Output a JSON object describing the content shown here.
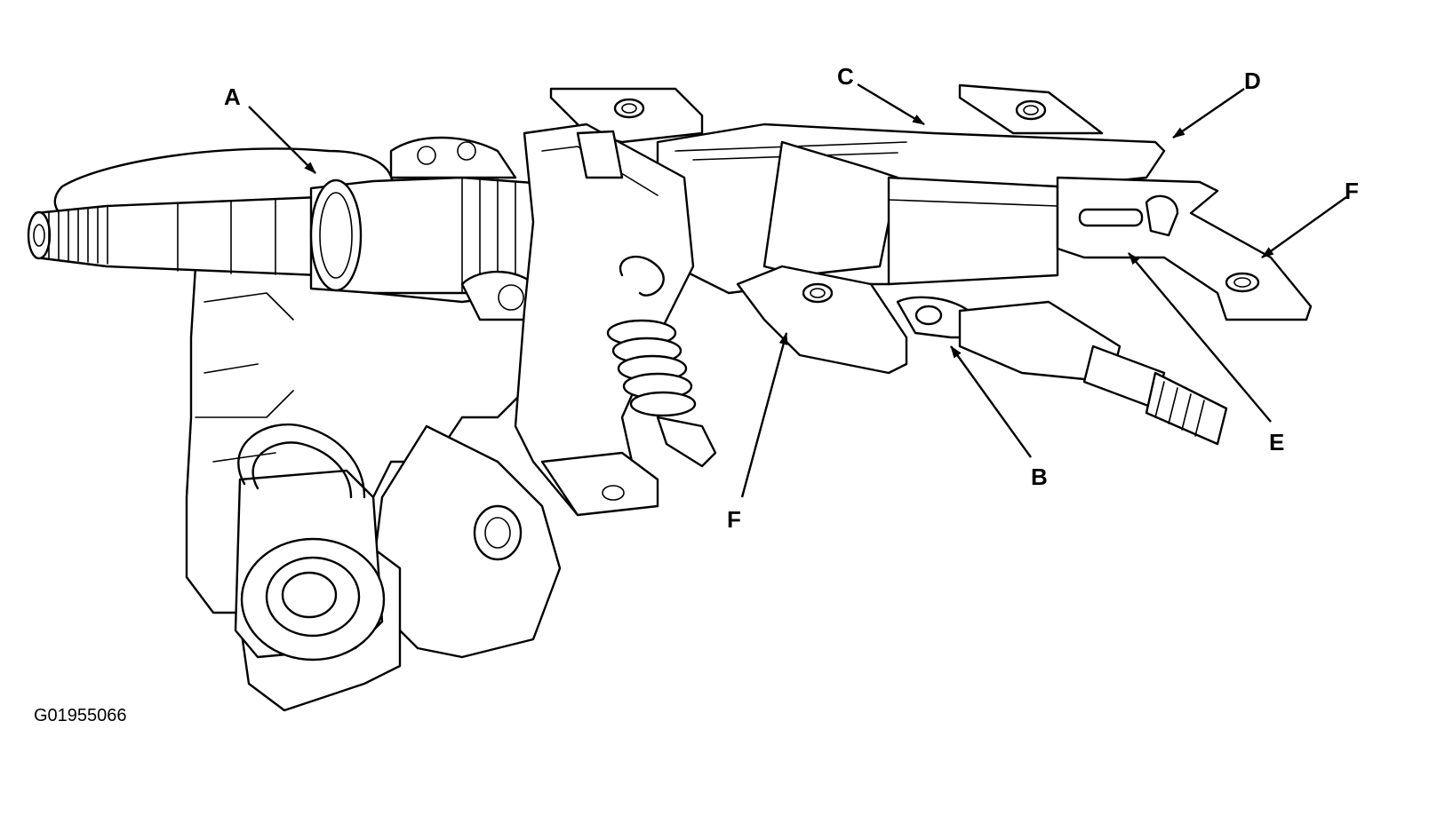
{
  "diagram": {
    "callouts": {
      "A": "A",
      "B": "B",
      "C": "C",
      "D": "D",
      "E": "E",
      "F_right": "F",
      "F_lower": "F"
    },
    "figure_id": "G01955066"
  }
}
